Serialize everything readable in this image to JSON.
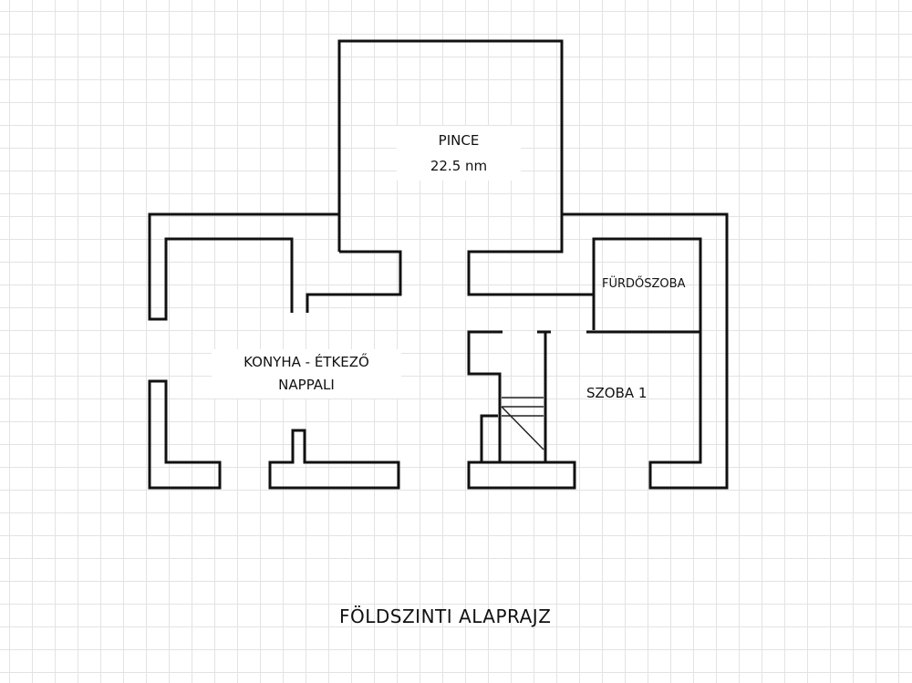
{
  "floorplan": {
    "title": "FÖLDSZINTI ALAPRAJZ",
    "rooms": {
      "pince": {
        "name": "PINCE",
        "area": "22.5 nm"
      },
      "konyha": {
        "name_line1": "KONYHA - ÉTKEZŐ",
        "name_line2": "NAPPALI"
      },
      "furdoszoba": {
        "name": "FÜRDŐSZOBA"
      },
      "szoba1": {
        "name": "SZOBA 1"
      }
    },
    "colors": {
      "wall": "#111111",
      "grid": "#e3e3e3",
      "background": "#ffffff"
    }
  }
}
